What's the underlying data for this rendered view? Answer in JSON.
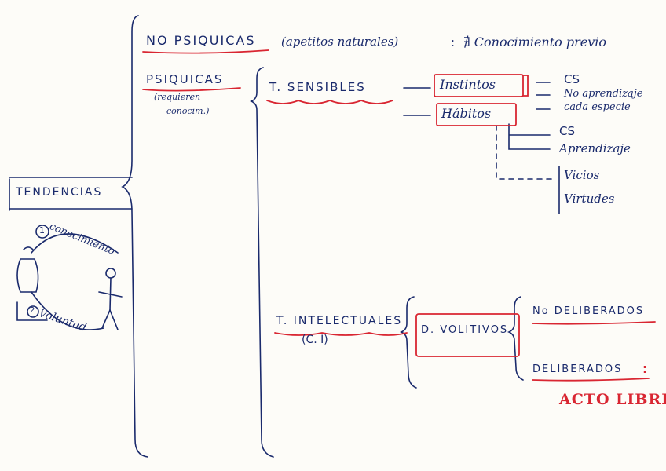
{
  "root": {
    "label": "TENDENCIAS"
  },
  "no_psiquicas": {
    "title": "NO PSIQUICAS",
    "note": "(apetitos naturales)",
    "separator": ":",
    "conocimiento": "∄ Conocimiento previo"
  },
  "psiquicas": {
    "title": "PSIQUICAS",
    "note_line1": "(requieren",
    "note_line2": "conocim.)"
  },
  "sensibles": {
    "label": "T. SENSIBLES",
    "instintos": {
      "label": "Instintos",
      "notes": [
        "CS",
        "No aprendizaje",
        "cada especie"
      ]
    },
    "habitos": {
      "label": "Hábitos",
      "notes": [
        "CS",
        "Aprendizaje"
      ],
      "sub": [
        "Vicios",
        "Virtudes"
      ]
    }
  },
  "intelectuales": {
    "label": "T. INTELECTUALES",
    "abbr": "(C. I)",
    "volitivos": "D. VOLITIVOS",
    "no_deliberados": "No DELIBERADOS",
    "deliberados": "DELIBERADOS",
    "deliberados_colon": ":",
    "acto_libre": "ACTO LIBRE"
  },
  "sketch": {
    "step1": "1",
    "step1_label": "conocimiento",
    "step2": "2",
    "step2_label": "Voluntad"
  },
  "colors": {
    "ink": "#1a2a6c",
    "accent": "#d92632",
    "paper": "#fdfcf8"
  }
}
